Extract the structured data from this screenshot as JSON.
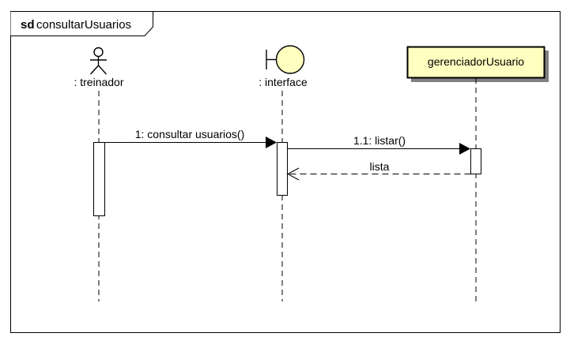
{
  "frame": {
    "keyword": "sd",
    "name": "consultarUsuarios"
  },
  "lifelines": {
    "actor": {
      "label": ": treinador",
      "icon": "actor-stick-figure-icon"
    },
    "boundary": {
      "label": ": interface",
      "icon": "boundary-circle-icon"
    },
    "object": {
      "label": "gerenciadorUsuario"
    }
  },
  "messages": {
    "m1": {
      "label": "1: consultar usuarios()",
      "kind": "synchronous"
    },
    "m2": {
      "label": "1.1: listar()",
      "kind": "synchronous"
    },
    "m3": {
      "label": "lista",
      "kind": "reply"
    }
  },
  "colors": {
    "object_fill": "#ffffc0",
    "boundary_fill": "#ffffc0",
    "line": "#000000",
    "lifeline": "#000000"
  }
}
